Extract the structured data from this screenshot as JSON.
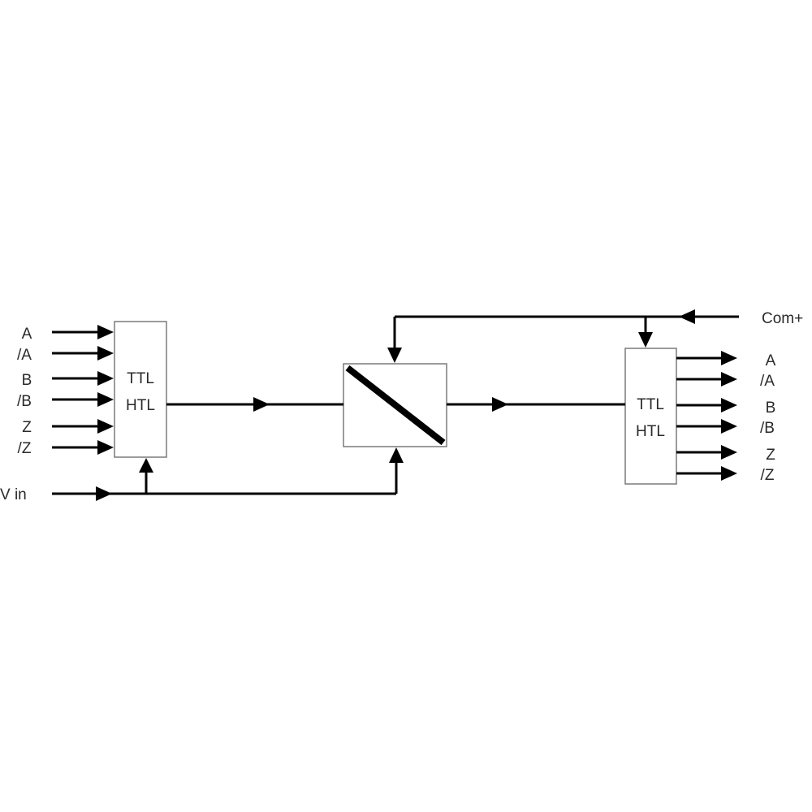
{
  "left_converter": {
    "line1": "TTL",
    "line2": "HTL"
  },
  "right_converter": {
    "line1": "TTL",
    "line2": "HTL"
  },
  "inputs": [
    "A",
    "/A",
    "B",
    "/B",
    "Z",
    "/Z"
  ],
  "outputs": [
    "A",
    "/A",
    "B",
    "/B",
    "Z",
    "/Z"
  ],
  "supply_in_label": "V in",
  "common_label": "Com+"
}
